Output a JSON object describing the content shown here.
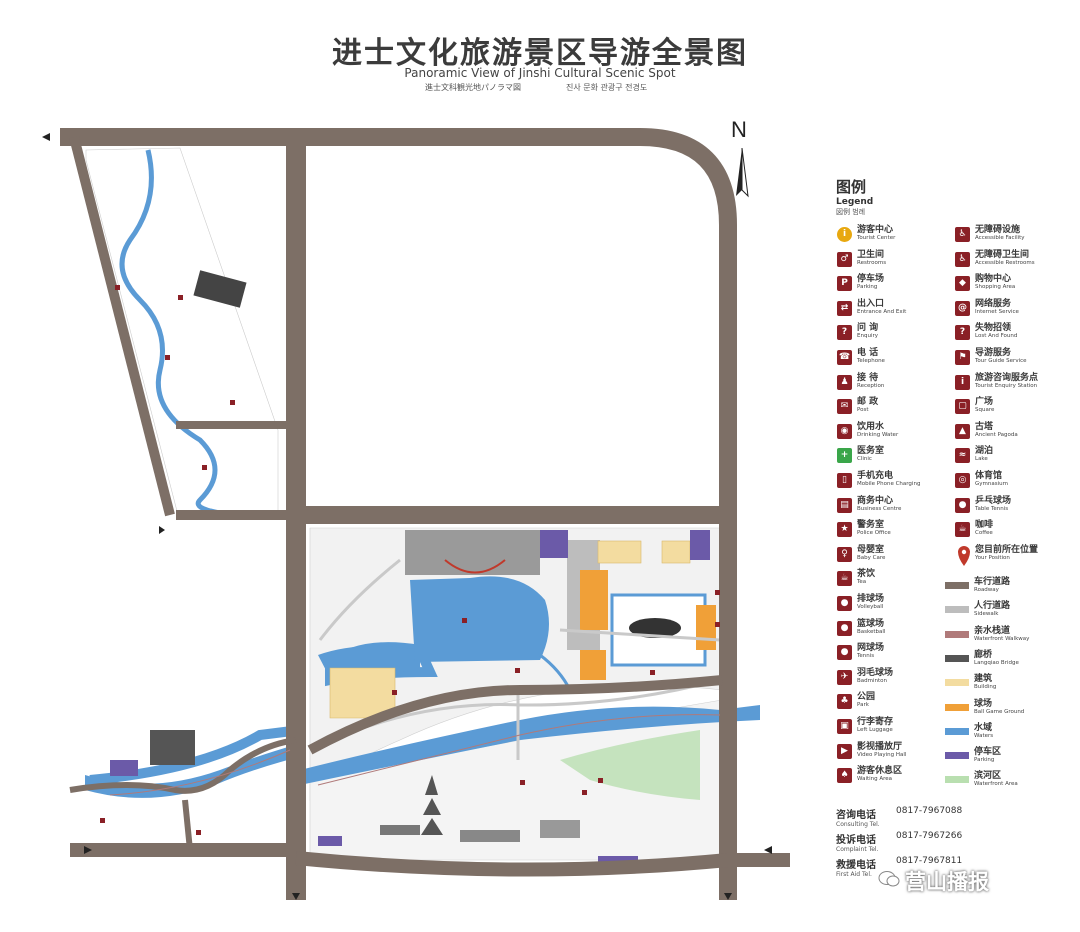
{
  "title": "进士文化旅游景区导游全景图",
  "subtitle_en": "Panoramic View of Jinshi Cultural Scenic Spot",
  "subtitle_jp": "進士文科観光地パノラマ図",
  "subtitle_kr": "진사 문화 관광구 전경도",
  "compass": "N",
  "legend": {
    "title_zh": "图例",
    "title_en": "Legend",
    "title_jp": "図例 범례",
    "left": [
      {
        "zh": "游客中心",
        "en": "Tourist Center",
        "icon": "info-icon",
        "glyph": "i",
        "color": "#e8a80f"
      },
      {
        "zh": "卫生间",
        "en": "Restrooms",
        "icon": "restroom-icon",
        "glyph": "♂",
        "color": "#8a2026"
      },
      {
        "zh": "停车场",
        "en": "Parking",
        "icon": "parking-icon",
        "glyph": "P",
        "color": "#8a2026"
      },
      {
        "zh": "出入口",
        "en": "Entrance And Exit",
        "icon": "entrance-icon",
        "glyph": "⇄",
        "color": "#8a2026"
      },
      {
        "zh": "问 询",
        "en": "Enquiry",
        "icon": "enquiry-icon",
        "glyph": "?",
        "color": "#8a2026"
      },
      {
        "zh": "电 话",
        "en": "Telephone",
        "icon": "telephone-icon",
        "glyph": "☎",
        "color": "#8a2026"
      },
      {
        "zh": "接 待",
        "en": "Reception",
        "icon": "reception-icon",
        "glyph": "♟",
        "color": "#8a2026"
      },
      {
        "zh": "邮 政",
        "en": "Post",
        "icon": "post-icon",
        "glyph": "✉",
        "color": "#8a2026"
      },
      {
        "zh": "饮用水",
        "en": "Drinking Water",
        "icon": "drinking-water-icon",
        "glyph": "◉",
        "color": "#8a2026"
      },
      {
        "zh": "医务室",
        "en": "Clinic",
        "icon": "clinic-icon",
        "glyph": "+",
        "color": "#3aa64a"
      },
      {
        "zh": "手机充电",
        "en": "Mobile Phone Charging",
        "icon": "phone-charging-icon",
        "glyph": "▯",
        "color": "#8a2026"
      },
      {
        "zh": "商务中心",
        "en": "Business Centre",
        "icon": "business-icon",
        "glyph": "▤",
        "color": "#8a2026"
      },
      {
        "zh": "警务室",
        "en": "Police Office",
        "icon": "police-icon",
        "glyph": "★",
        "color": "#8a2026"
      },
      {
        "zh": "母婴室",
        "en": "Baby Care",
        "icon": "baby-care-icon",
        "glyph": "♀",
        "color": "#8a2026"
      },
      {
        "zh": "茶饮",
        "en": "Tea",
        "icon": "tea-icon",
        "glyph": "☕",
        "color": "#8a2026"
      },
      {
        "zh": "排球场",
        "en": "Volleyball",
        "icon": "volleyball-icon",
        "glyph": "●",
        "color": "#8a2026"
      },
      {
        "zh": "篮球场",
        "en": "Basketball",
        "icon": "basketball-icon",
        "glyph": "●",
        "color": "#8a2026"
      },
      {
        "zh": "网球场",
        "en": "Tennis",
        "icon": "tennis-icon",
        "glyph": "●",
        "color": "#8a2026"
      },
      {
        "zh": "羽毛球场",
        "en": "Badminton",
        "icon": "badminton-icon",
        "glyph": "✈",
        "color": "#8a2026"
      },
      {
        "zh": "公园",
        "en": "Park",
        "icon": "park-icon",
        "glyph": "♣",
        "color": "#8a2026"
      },
      {
        "zh": "行李寄存",
        "en": "Left Luggage",
        "icon": "luggage-icon",
        "glyph": "▣",
        "color": "#8a2026"
      },
      {
        "zh": "影视播放厅",
        "en": "Video Playing Hall",
        "icon": "video-hall-icon",
        "glyph": "▶",
        "color": "#8a2026"
      },
      {
        "zh": "游客休息区",
        "en": "Waiting Area",
        "icon": "waiting-area-icon",
        "glyph": "♠",
        "color": "#8a2026"
      }
    ],
    "right": [
      {
        "zh": "无障碍设施",
        "en": "Accessible Facility",
        "icon": "wheelchair-icon",
        "glyph": "♿",
        "color": "#8a2026"
      },
      {
        "zh": "无障碍卫生间",
        "en": "Accessible Restrooms",
        "icon": "accessible-restroom-icon",
        "glyph": "♿",
        "color": "#8a2026"
      },
      {
        "zh": "购物中心",
        "en": "Shopping Area",
        "icon": "shopping-icon",
        "glyph": "◆",
        "color": "#8a2026"
      },
      {
        "zh": "网络服务",
        "en": "Internet Service",
        "icon": "internet-icon",
        "glyph": "@",
        "color": "#8a2026"
      },
      {
        "zh": "失物招领",
        "en": "Lost And Found",
        "icon": "lost-found-icon",
        "glyph": "?",
        "color": "#8a2026"
      },
      {
        "zh": "导游服务",
        "en": "Tour Guide Service",
        "icon": "tour-guide-icon",
        "glyph": "⚑",
        "color": "#8a2026"
      },
      {
        "zh": "旅游咨询服务点",
        "en": "Tourist Enquiry Station",
        "icon": "enquiry-station-icon",
        "glyph": "i",
        "color": "#8a2026"
      },
      {
        "zh": "广场",
        "en": "Square",
        "icon": "square-icon",
        "glyph": "▢",
        "color": "#8a2026"
      },
      {
        "zh": "古塔",
        "en": "Ancient Pagoda",
        "icon": "pagoda-icon",
        "glyph": "▲",
        "color": "#8a2026"
      },
      {
        "zh": "湖泊",
        "en": "Lake",
        "icon": "lake-icon",
        "glyph": "≈",
        "color": "#8a2026"
      },
      {
        "zh": "体育馆",
        "en": "Gymnasium",
        "icon": "gymnasium-icon",
        "glyph": "◎",
        "color": "#8a2026"
      },
      {
        "zh": "乒乓球场",
        "en": "Table Tennis",
        "icon": "table-tennis-icon",
        "glyph": "●",
        "color": "#8a2026"
      },
      {
        "zh": "咖啡",
        "en": "Coffee",
        "icon": "coffee-icon",
        "glyph": "☕",
        "color": "#8a2026"
      },
      {
        "zh": "您目前所在位置",
        "en": "Your Position",
        "icon": "location-pin-icon",
        "glyph": "",
        "color": "#c0392b"
      }
    ],
    "swatches": [
      {
        "zh": "车行道路",
        "en": "Roadway",
        "color": "#7d6f66"
      },
      {
        "zh": "人行道路",
        "en": "Sidewalk",
        "color": "#bdbdbd"
      },
      {
        "zh": "亲水栈道",
        "en": "Waterfront Walkway",
        "color": "#b07a7a"
      },
      {
        "zh": "廊桥",
        "en": "Langqiao Bridge",
        "color": "#555555"
      },
      {
        "zh": "建筑",
        "en": "Building",
        "color": "#f3dca0"
      },
      {
        "zh": "球场",
        "en": "Ball Game Ground",
        "color": "#f0a038"
      },
      {
        "zh": "水域",
        "en": "Waters",
        "color": "#5b9bd5"
      },
      {
        "zh": "停车区",
        "en": "Parking",
        "color": "#6b5aa8"
      },
      {
        "zh": "滨河区",
        "en": "Waterfront Area",
        "color": "#b9dfb0"
      }
    ]
  },
  "contacts": [
    {
      "zh": "咨询电话",
      "en": "Consulting Tel.",
      "number": "0817-7967088"
    },
    {
      "zh": "投诉电话",
      "en": "Complaint Tel.",
      "number": "0817-7967266"
    },
    {
      "zh": "救援电话",
      "en": "First Aid Tel.",
      "number": "0817-7967811"
    }
  ],
  "watermark": "营山播报",
  "colors": {
    "road": "#7d6f66",
    "water": "#5b9bd5",
    "building": "#f3dca0",
    "court": "#f0a038",
    "parking": "#6b5aa8",
    "plaza": "#9a9a9a",
    "path": "#c9c9c9",
    "brand": "#8a2026"
  }
}
